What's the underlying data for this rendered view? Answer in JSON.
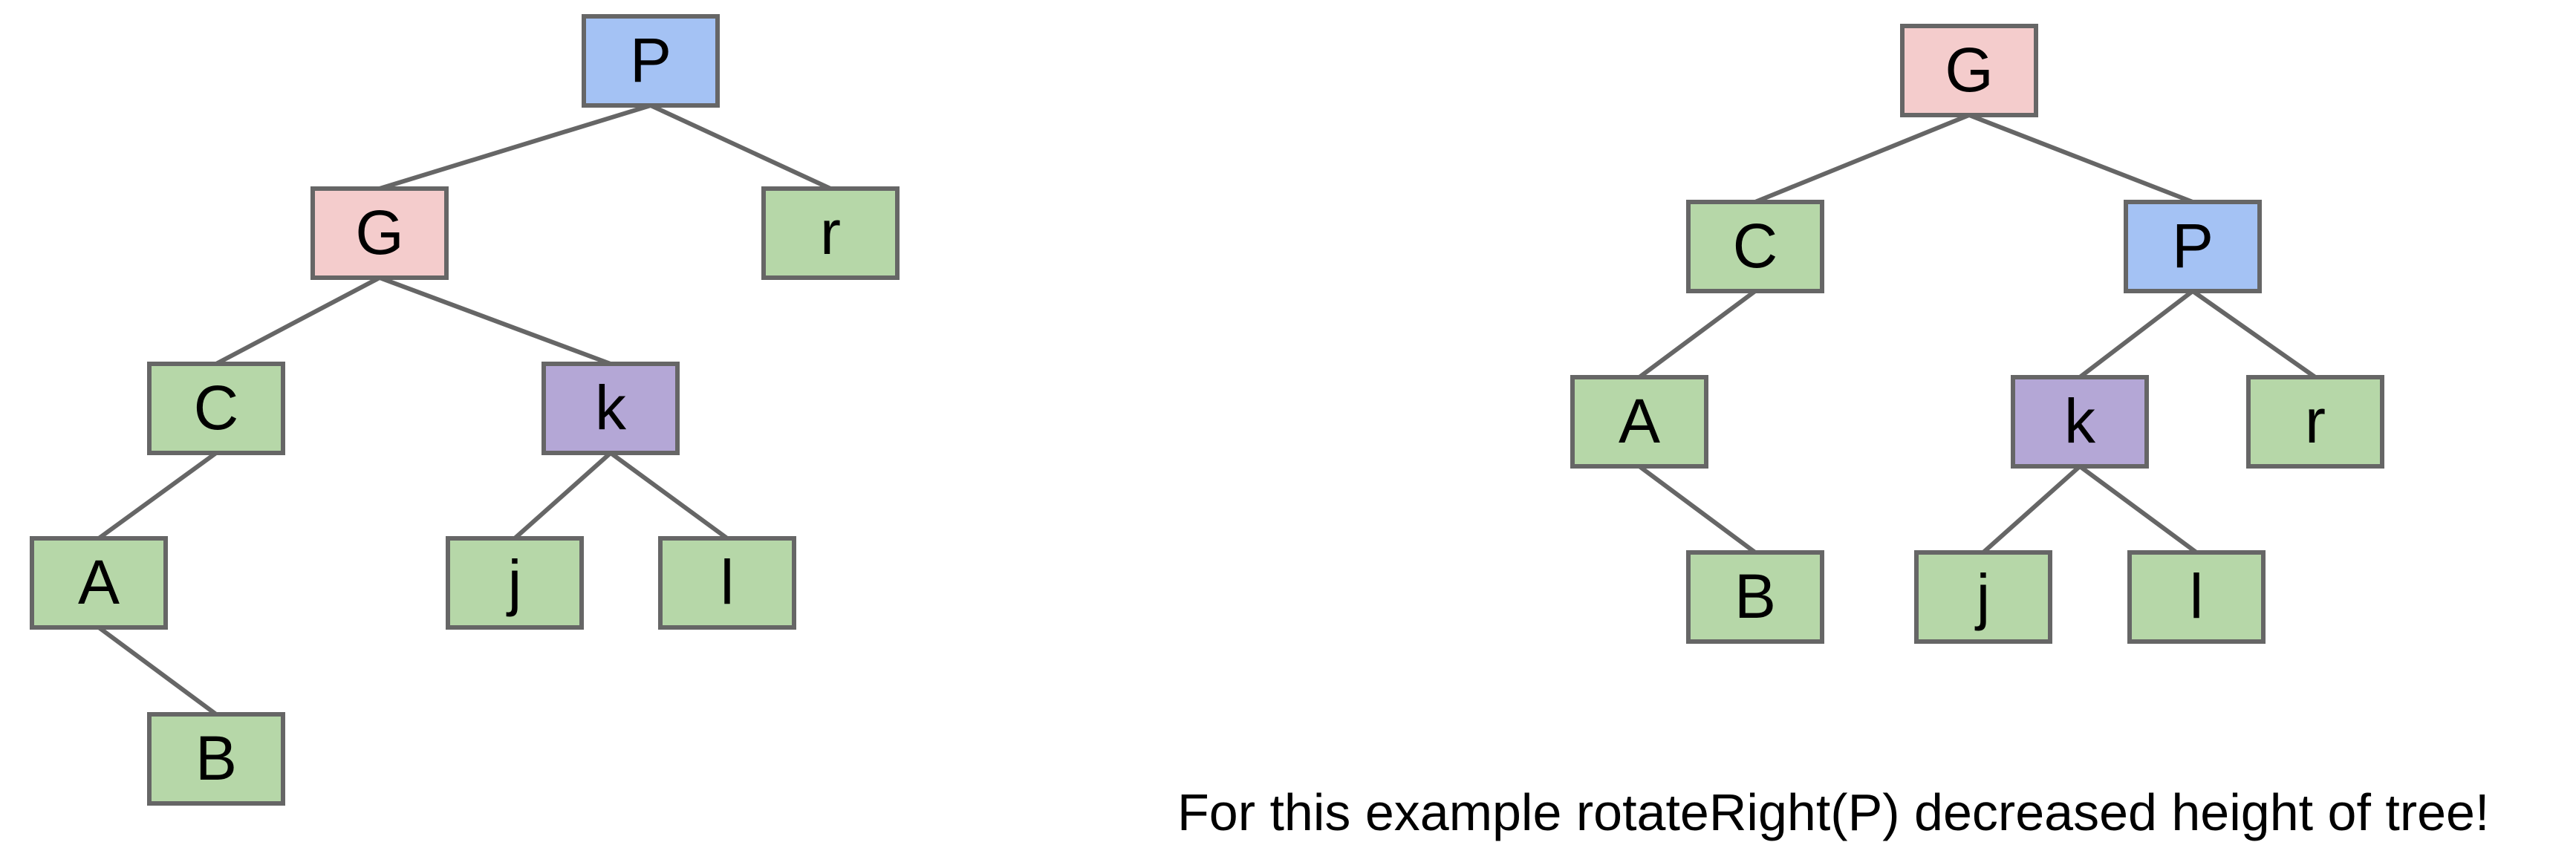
{
  "colors": {
    "root_rotated": "#a4c2f4",
    "grandparent": "#f4cccc",
    "pivot_child": "#b4a7d6",
    "leaf": "#b6d7a8",
    "stroke": "#666666"
  },
  "before_tree": {
    "nodes": [
      {
        "id": "P",
        "label": "P",
        "color": "root_rotated"
      },
      {
        "id": "G",
        "label": "G",
        "color": "grandparent"
      },
      {
        "id": "r",
        "label": "r",
        "color": "leaf"
      },
      {
        "id": "C",
        "label": "C",
        "color": "leaf"
      },
      {
        "id": "k",
        "label": "k",
        "color": "pivot_child"
      },
      {
        "id": "A",
        "label": "A",
        "color": "leaf"
      },
      {
        "id": "j",
        "label": "j",
        "color": "leaf"
      },
      {
        "id": "l",
        "label": "l",
        "color": "leaf"
      },
      {
        "id": "B",
        "label": "B",
        "color": "leaf"
      }
    ],
    "edges": [
      [
        "P",
        "G"
      ],
      [
        "P",
        "r"
      ],
      [
        "G",
        "C"
      ],
      [
        "G",
        "k"
      ],
      [
        "C",
        "A"
      ],
      [
        "A",
        "B"
      ],
      [
        "k",
        "j"
      ],
      [
        "k",
        "l"
      ]
    ]
  },
  "after_tree": {
    "nodes": [
      {
        "id": "G",
        "label": "G",
        "color": "grandparent"
      },
      {
        "id": "C",
        "label": "C",
        "color": "leaf"
      },
      {
        "id": "P",
        "label": "P",
        "color": "root_rotated"
      },
      {
        "id": "A",
        "label": "A",
        "color": "leaf"
      },
      {
        "id": "k",
        "label": "k",
        "color": "pivot_child"
      },
      {
        "id": "r",
        "label": "r",
        "color": "leaf"
      },
      {
        "id": "B",
        "label": "B",
        "color": "leaf"
      },
      {
        "id": "j",
        "label": "j",
        "color": "leaf"
      },
      {
        "id": "l",
        "label": "l",
        "color": "leaf"
      }
    ],
    "edges": [
      [
        "G",
        "C"
      ],
      [
        "G",
        "P"
      ],
      [
        "C",
        "A"
      ],
      [
        "A",
        "B"
      ],
      [
        "P",
        "k"
      ],
      [
        "P",
        "r"
      ],
      [
        "k",
        "j"
      ],
      [
        "k",
        "l"
      ]
    ]
  },
  "caption": "For this example rotateRight(P) decreased height of tree!"
}
